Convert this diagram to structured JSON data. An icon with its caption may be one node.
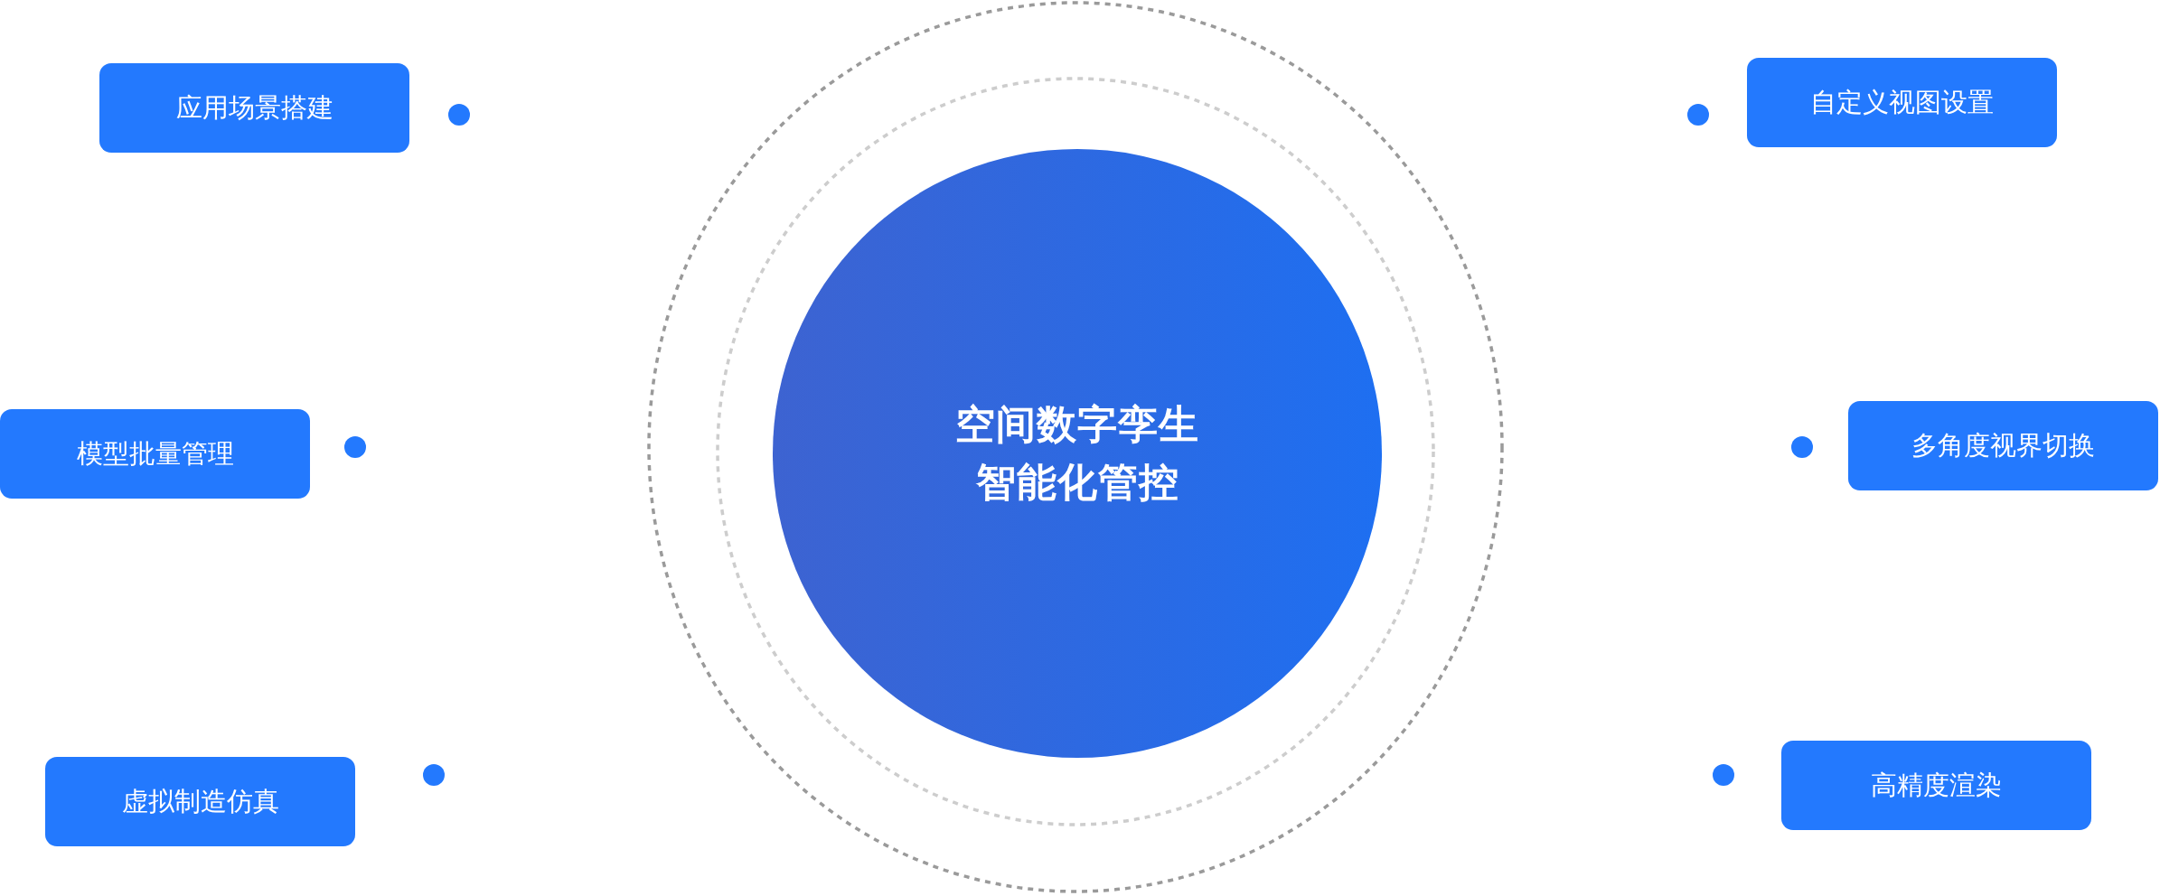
{
  "diagram": {
    "nodes": [
      {
        "text": [
          "空间数字孪生智能化管控"
        ]
      },
      {
        "text": [
          "应用场景搭建"
        ]
      },
      {
        "text": [
          "自定义视图设置"
        ]
      },
      {
        "text": [
          "模型批量管理"
        ]
      },
      {
        "text": [
          "多角度视界切换"
        ]
      },
      {
        "text": [
          "虚拟制造仿真"
        ]
      },
      {
        "text": [
          "高精度渲染"
        ]
      }
    ]
  }
}
